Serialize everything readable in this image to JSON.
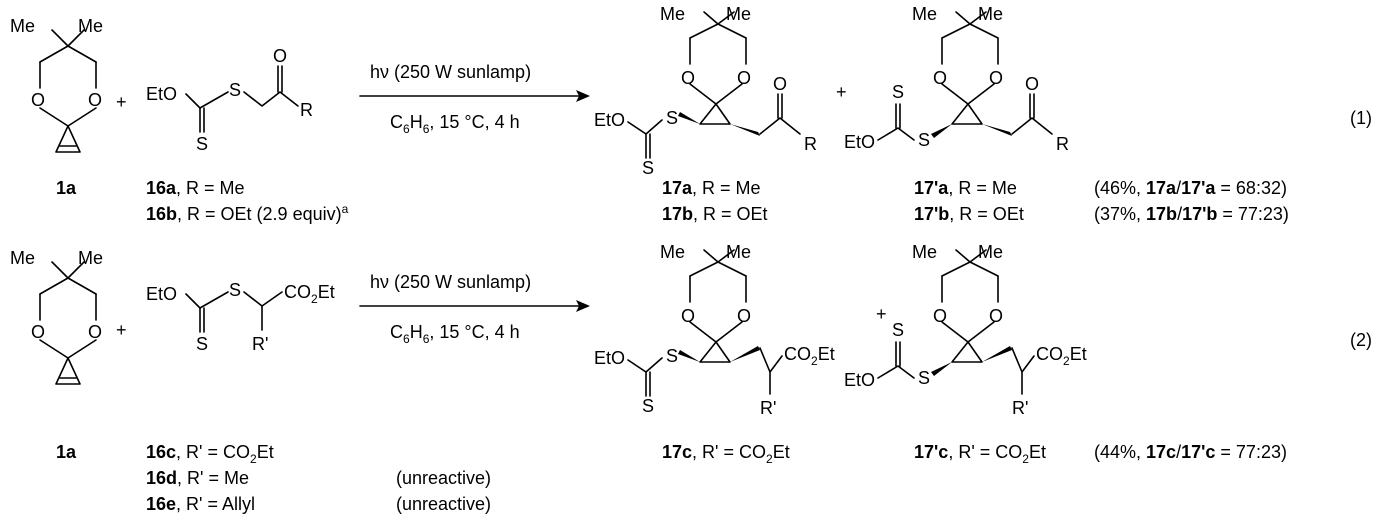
{
  "atoms": {
    "me": "Me",
    "o": "O",
    "s": "S",
    "eto": "EtO",
    "r": "R",
    "rp": "R'",
    "co2et_a": "CO",
    "co2et_sub": "2",
    "co2et_b": "Et"
  },
  "reaction1": {
    "plus1": "+",
    "plus2": "+",
    "conditions_top": "hν (250 W sunlamp)",
    "conditions_bottom_a": "C",
    "conditions_bottom_sub1": "6",
    "conditions_bottom_b": "H",
    "conditions_bottom_sub2": "6",
    "conditions_bottom_c": ", 15 °C, 4 h",
    "equation_number": "(1)",
    "label_1a": "1a",
    "label_16a": "16a",
    "label_16a_text": ", R = Me",
    "label_16b": "16b",
    "label_16b_text": ", R = OEt  (2.9 equiv)",
    "label_16b_sup": "a",
    "label_17a": "17a",
    "label_17a_text": ", R = Me",
    "label_17b": "17b",
    "label_17b_text": ", R = OEt",
    "label_17pa": "17'a",
    "label_17pa_text": ", R = Me",
    "label_17pb": "17'b",
    "label_17pb_text": ", R = OEt",
    "result_a_open": "(46%, ",
    "result_a_b1": "17a",
    "result_a_slash": "/",
    "result_a_b2": "17'a",
    "result_a_close": " = 68:32)",
    "result_b_open": "(37%, ",
    "result_b_b1": "17b",
    "result_b_slash": "/",
    "result_b_b2": "17'b",
    "result_b_close": " = 77:23)"
  },
  "reaction2": {
    "plus1": "+",
    "plus2": "+",
    "conditions_top": "hν (250 W sunlamp)",
    "conditions_bottom_a": "C",
    "conditions_bottom_sub1": "6",
    "conditions_bottom_b": "H",
    "conditions_bottom_sub2": "6",
    "conditions_bottom_c": ", 15 °C, 4 h",
    "equation_number": "(2)",
    "label_1a": "1a",
    "label_16c": "16c",
    "label_16c_text_a": ", R' = CO",
    "label_16c_sub": "2",
    "label_16c_text_b": "Et",
    "label_16d": "16d",
    "label_16d_text": ", R' = Me",
    "label_16d_note": "(unreactive)",
    "label_16e": "16e",
    "label_16e_text": ", R' = Allyl",
    "label_16e_note": "(unreactive)",
    "label_17c": "17c",
    "label_17c_text_a": ", R' = CO",
    "label_17c_sub": "2",
    "label_17c_text_b": "Et",
    "label_17pc": "17'c",
    "label_17pc_text_a": ", R' = CO",
    "label_17pc_sub": "2",
    "label_17pc_text_b": "Et",
    "result_c_open": "(44%, ",
    "result_c_b1": "17c",
    "result_c_slash": "/",
    "result_c_b2": "17'c",
    "result_c_close": " = 77:23)"
  }
}
